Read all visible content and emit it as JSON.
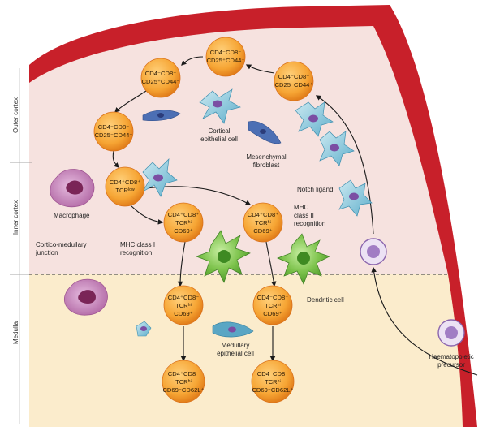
{
  "zones": {
    "outer_cortex": "Outer cortex",
    "inner_cortex": "Inner cortex",
    "medulla": "Medulla"
  },
  "cells": {
    "dn_top_left": [
      "CD4⁻CD8⁻",
      "CD25⁺CD44⁻"
    ],
    "dn_top_mid": [
      "CD4⁻CD8⁻",
      "CD25⁺CD44⁺"
    ],
    "dn_top_right": [
      "CD4⁻CD8⁻",
      "CD25⁻CD44⁺"
    ],
    "dn_left": [
      "CD4⁻CD8⁻",
      "CD25⁻CD44⁻"
    ],
    "dp_low": [
      "CD4⁺CD8⁺",
      "TCRˡᵒʷ"
    ],
    "dp_mhc1": [
      "CD4⁺CD8⁺",
      "TCRʰⁱ",
      "CD69⁺"
    ],
    "dp_mhc2": [
      "CD4⁺CD8⁺",
      "TCRʰⁱ",
      "CD69⁺"
    ],
    "sp8_mid": [
      "CD4⁺CD8⁻",
      "TCRʰⁱ",
      "CD69⁺"
    ],
    "sp4_mid": [
      "CD4⁻CD8⁺",
      "TCRʰⁱ",
      "CD69⁺"
    ],
    "sp8_bot": [
      "CD4⁺CD8⁻",
      "TCRʰⁱ",
      "CD69⁻CD62L⁺"
    ],
    "sp4_bot": [
      "CD4⁻CD8⁺",
      "TCRʰⁱ",
      "CD69⁻CD62L⁺"
    ]
  },
  "labels": {
    "cortical_epithelial": [
      "Cortical",
      "epithelial cell"
    ],
    "mesenchymal": [
      "Mesenchymal",
      "fibroblast"
    ],
    "notch": "Notch ligand",
    "macrophage": "Macrophage",
    "cm_junction": [
      "Cortico-medullary",
      "junction"
    ],
    "mhc1": [
      "MHC class I",
      "recognition"
    ],
    "mhc2": [
      "MHC",
      "class II",
      "recognition"
    ],
    "dendritic": "Dendritic cell",
    "medullary_epithelial": [
      "Medullary",
      "epithelial cell"
    ],
    "haematopoietic": [
      "Haematopoietic",
      "precursor"
    ]
  },
  "colors": {
    "capsule": "#c8202a",
    "cortex_fill": "#f6e2df",
    "medulla_fill": "#fbeccc",
    "thymocyte": "#f4a93a",
    "thymocyte_edge": "#d9701a",
    "dendritic": "#7ec24a",
    "epithelial": "#8fc9d9",
    "macrophage": "#c07fb4",
    "precursor": "#c6a8d8"
  }
}
